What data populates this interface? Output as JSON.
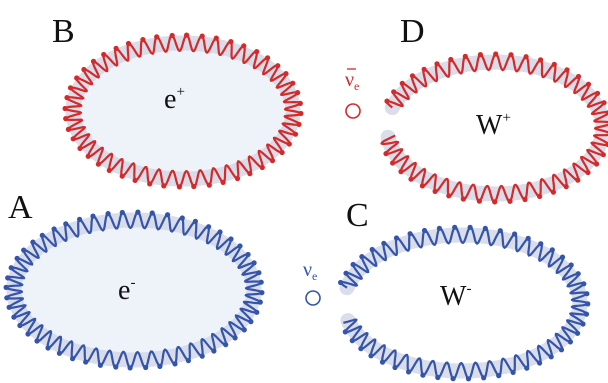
{
  "colors": {
    "positive": "#d42a2a",
    "negative": "#3455a9",
    "band": "#d3d7e6",
    "fill": "#eef3fa",
    "text": "#111111"
  },
  "panels": {
    "A": {
      "letter": "A",
      "label": "e",
      "superscript": "-",
      "color": "negative",
      "shape": "closed-ring"
    },
    "B": {
      "letter": "B",
      "label": "e",
      "superscript": "+",
      "color": "positive",
      "shape": "closed-ring"
    },
    "C": {
      "letter": "C",
      "label": "W",
      "superscript": "-",
      "color": "negative",
      "shape": "open-ring",
      "neutrino": {
        "symbol": "ν",
        "subscript": "e",
        "bar": false
      }
    },
    "D": {
      "letter": "D",
      "label": "W",
      "superscript": "+",
      "color": "positive",
      "shape": "open-ring",
      "neutrino": {
        "symbol": "ν",
        "subscript": "e",
        "bar": true
      }
    }
  }
}
